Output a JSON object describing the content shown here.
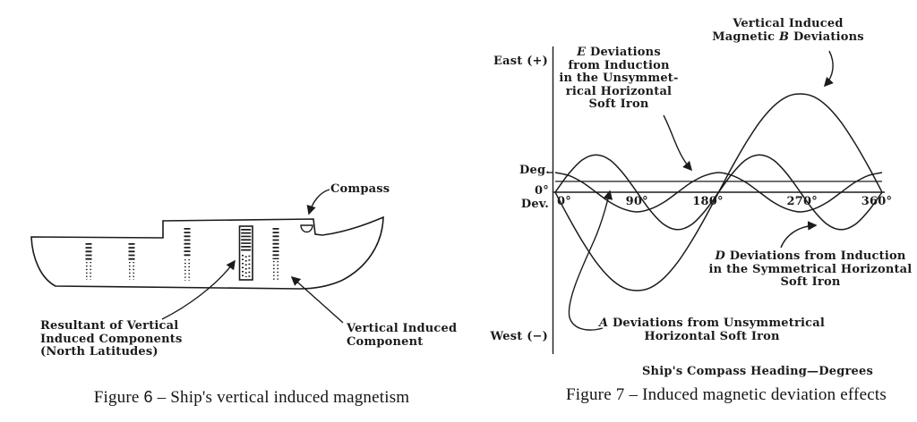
{
  "page": {
    "background": "#ffffff",
    "ink": "#1b1b1b"
  },
  "figure6": {
    "caption": {
      "label": "Figure",
      "number": "6",
      "text": "– Ship's vertical induced magnetism"
    },
    "compass_label": "Compass",
    "resultant_label_lines": [
      "Resultant of Vertical",
      "Induced Components",
      "(North Latitudes)"
    ],
    "vertical_induced_label_lines": [
      "Vertical Induced",
      "Component"
    ]
  },
  "figure7": {
    "caption": {
      "label": "Figure",
      "number": "7",
      "text": "– Induced magnetic deviation effects"
    },
    "y_axis_labels": {
      "top": "East (+)",
      "bottom": "West (−)",
      "mid": [
        "Deg.",
        "0°",
        "Dev."
      ]
    },
    "x_axis_title": "Ship's Compass Heading—Degrees",
    "annotations": {
      "b_lines": [
        "Vertical Induced",
        "Magnetic *B* Deviations"
      ],
      "e_lines": [
        "*E* Deviations",
        "from Induction",
        "in the Unsymmet-",
        "rical Horizontal",
        "Soft Iron"
      ],
      "d_lines": [
        "*D* Deviations from Induction",
        "in the Symmetrical Horizontal",
        "Soft Iron"
      ],
      "a_lines": [
        "*A* Deviations from Unsymmetrical",
        "Horizontal Soft Iron"
      ]
    }
  },
  "chart_data": {
    "type": "line",
    "title": "Induced magnetic deviation effects",
    "xlabel": "Ship's Compass Heading—Degrees",
    "ylabel": "Deg. Dev. (East +, West −)",
    "x_range": [
      0,
      360
    ],
    "x_tick_values": [
      0,
      90,
      180,
      270,
      360
    ],
    "x_tick_labels": [
      "0°",
      "90°",
      "180°",
      "270°",
      "360°"
    ],
    "y_zero_label": "0°",
    "grid": false,
    "legend_position": "annotated-with-arrows",
    "units": "relative deviation (B amplitude = 1)",
    "headings_deg": [
      0,
      15,
      30,
      45,
      60,
      75,
      90,
      105,
      120,
      135,
      150,
      165,
      180,
      195,
      210,
      225,
      240,
      255,
      270,
      285,
      300,
      315,
      330,
      345,
      360
    ],
    "series": [
      {
        "name": "A Deviations from Unsymmetrical Horizontal Soft Iron",
        "form": "constant A",
        "values": [
          0.11,
          0.11,
          0.11,
          0.11,
          0.11,
          0.11,
          0.11,
          0.11,
          0.11,
          0.11,
          0.11,
          0.11,
          0.11,
          0.11,
          0.11,
          0.11,
          0.11,
          0.11,
          0.11,
          0.11,
          0.11,
          0.11,
          0.11,
          0.11,
          0.11
        ]
      },
      {
        "name": "Vertical Induced Magnetic B Deviations",
        "form": "−1.00 · sin θ",
        "values": [
          0,
          -0.26,
          -0.5,
          -0.71,
          -0.87,
          -0.97,
          -1,
          -0.97,
          -0.87,
          -0.71,
          -0.5,
          -0.26,
          0,
          0.26,
          0.5,
          0.71,
          0.87,
          0.97,
          1,
          0.97,
          0.87,
          0.71,
          0.5,
          0.26,
          0
        ]
      },
      {
        "name": "D Deviations from Induction in the Symmetrical Horizontal Soft Iron",
        "form": "0.38 · sin 2θ",
        "values": [
          0,
          0.19,
          0.33,
          0.38,
          0.33,
          0.19,
          0,
          -0.19,
          -0.33,
          -0.38,
          -0.33,
          -0.19,
          0,
          0.19,
          0.33,
          0.38,
          0.33,
          0.19,
          0,
          -0.19,
          -0.33,
          -0.38,
          -0.33,
          -0.19,
          0
        ]
      },
      {
        "name": "E Deviations from Induction in the Unsymmetrical Horizontal Soft Iron",
        "form": "0.20 · cos 2θ",
        "values": [
          0.2,
          0.17,
          0.1,
          0,
          -0.1,
          -0.17,
          -0.2,
          -0.17,
          -0.1,
          0,
          0.1,
          0.17,
          0.2,
          0.17,
          0.1,
          0,
          -0.1,
          -0.17,
          -0.2,
          -0.17,
          -0.1,
          0,
          0.1,
          0.17,
          0.2
        ]
      }
    ]
  }
}
